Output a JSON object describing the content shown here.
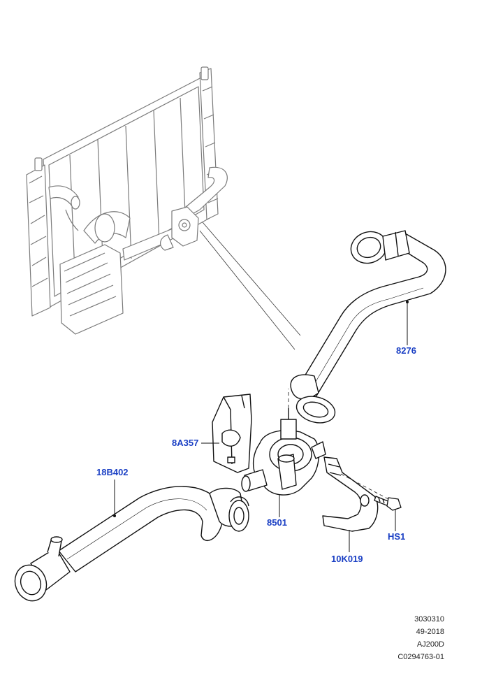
{
  "callouts": {
    "hose_upper": "8276",
    "bracket": "8A357",
    "hose_lower": "18B402",
    "pump": "8501",
    "bolt": "HS1",
    "pump_bracket": "10K019"
  },
  "reference": {
    "line1": "3030310",
    "line2": "49-2018",
    "line3": "AJ200D",
    "line4": "C0294763-01"
  },
  "colors": {
    "callout": "#1a3fc4",
    "line_art": "#111111",
    "faded_art": "#7a7a7a"
  }
}
